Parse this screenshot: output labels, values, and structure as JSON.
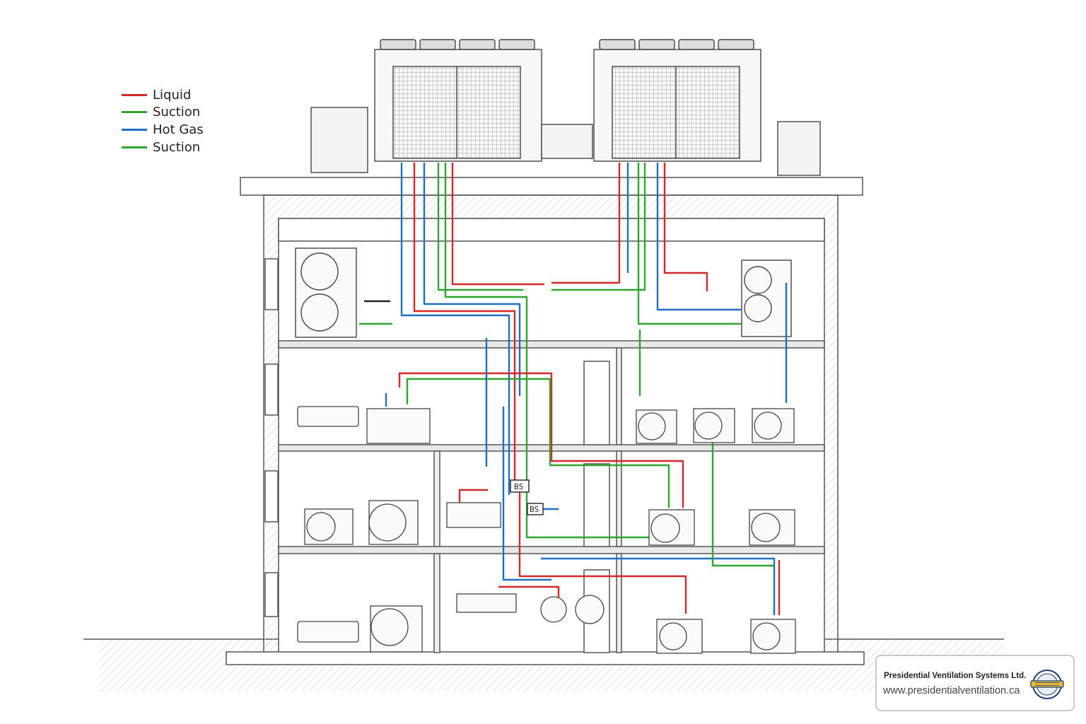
{
  "legend": [
    {
      "label": "Liquid",
      "color": "#d62828"
    },
    {
      "label": "Suction",
      "color": "#2ea52e"
    },
    {
      "label": "Hot Gas",
      "color": "#1f6fc9"
    },
    {
      "label": "Suction",
      "color": "#2ea52e"
    }
  ],
  "colors": {
    "liquid": "#d62828",
    "suction": "#2ea52e",
    "hot_gas": "#1f6fc9"
  },
  "branch_selectors": [
    {
      "label": "BS"
    },
    {
      "label": "BS"
    }
  ],
  "brand": {
    "name": "Presidential Ventilation Systems Ltd.",
    "url": "www.presidentialventilation.ca",
    "logo_icon": "presidential-seal-icon"
  }
}
